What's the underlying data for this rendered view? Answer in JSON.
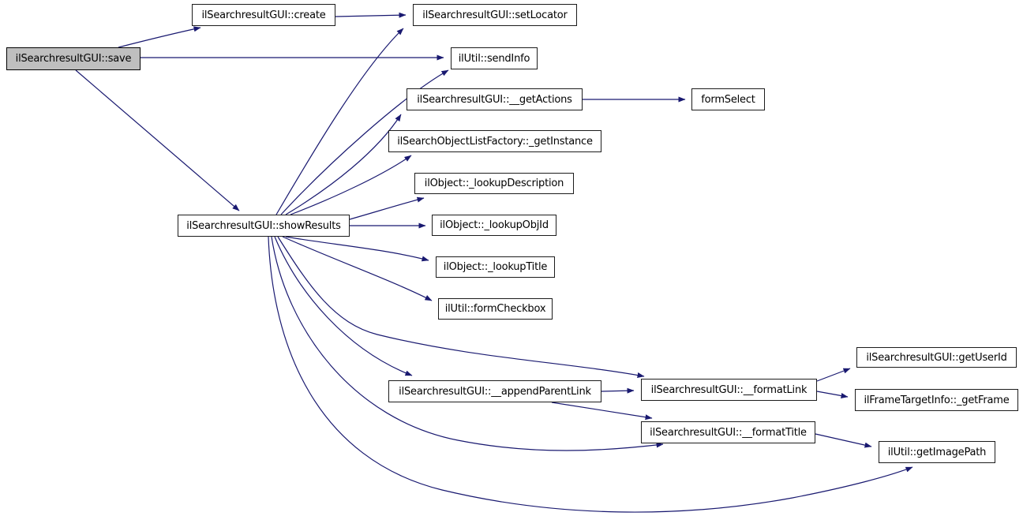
{
  "diagram": {
    "type": "call-graph",
    "root": "ilSearchresultGUI::save",
    "nodes": {
      "save": {
        "label": "ilSearchresultGUI::save",
        "highlighted": true
      },
      "create": {
        "label": "ilSearchresultGUI::create"
      },
      "setLocator": {
        "label": "ilSearchresultGUI::setLocator"
      },
      "sendInfo": {
        "label": "ilUtil::sendInfo"
      },
      "getActions": {
        "label": "ilSearchresultGUI::__getActions"
      },
      "formSelect": {
        "label": "formSelect"
      },
      "getInstance": {
        "label": "ilSearchObjectListFactory::_getInstance"
      },
      "lookupDescription": {
        "label": "ilObject::_lookupDescription"
      },
      "showResults": {
        "label": "ilSearchresultGUI::showResults"
      },
      "lookupObjId": {
        "label": "ilObject::_lookupObjId"
      },
      "lookupTitle": {
        "label": "ilObject::_lookupTitle"
      },
      "formCheckbox": {
        "label": "ilUtil::formCheckbox"
      },
      "getUserId": {
        "label": "ilSearchresultGUI::getUserId"
      },
      "appendParentLink": {
        "label": "ilSearchresultGUI::__appendParentLink"
      },
      "formatLink": {
        "label": "ilSearchresultGUI::__formatLink"
      },
      "getFrame": {
        "label": "ilFrameTargetInfo::_getFrame"
      },
      "formatTitle": {
        "label": "ilSearchresultGUI::__formatTitle"
      },
      "getImagePath": {
        "label": "ilUtil::getImagePath"
      }
    },
    "edges": [
      [
        "save",
        "create"
      ],
      [
        "save",
        "sendInfo"
      ],
      [
        "save",
        "showResults"
      ],
      [
        "create",
        "setLocator"
      ],
      [
        "showResults",
        "setLocator"
      ],
      [
        "showResults",
        "sendInfo"
      ],
      [
        "showResults",
        "getActions"
      ],
      [
        "showResults",
        "getInstance"
      ],
      [
        "showResults",
        "lookupDescription"
      ],
      [
        "showResults",
        "lookupObjId"
      ],
      [
        "showResults",
        "lookupTitle"
      ],
      [
        "showResults",
        "formCheckbox"
      ],
      [
        "showResults",
        "formatLink"
      ],
      [
        "showResults",
        "appendParentLink"
      ],
      [
        "showResults",
        "formatTitle"
      ],
      [
        "showResults",
        "getImagePath"
      ],
      [
        "getActions",
        "formSelect"
      ],
      [
        "appendParentLink",
        "formatLink"
      ],
      [
        "appendParentLink",
        "formatTitle"
      ],
      [
        "formatLink",
        "getUserId"
      ],
      [
        "formatLink",
        "getFrame"
      ],
      [
        "formatTitle",
        "getImagePath"
      ]
    ],
    "colors": {
      "edge": "#191970",
      "node_border": "#1c1c1c",
      "node_fill": "#ffffff",
      "highlight_fill": "#bfbfbf",
      "background": "#ffffff",
      "text": "#000000"
    }
  }
}
